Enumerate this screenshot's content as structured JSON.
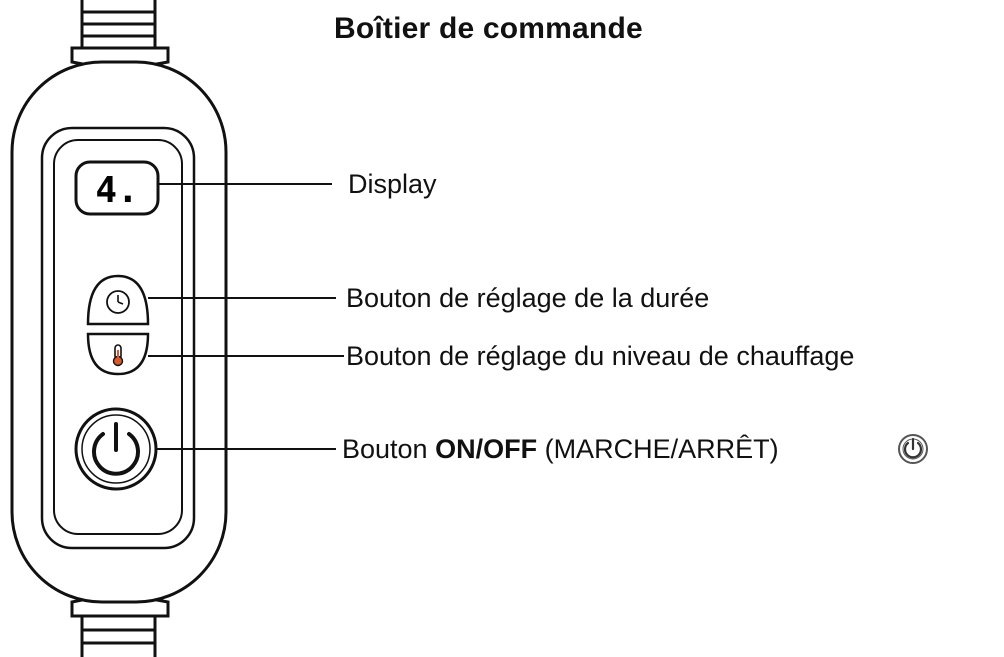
{
  "title": "Boîtier de commande",
  "display": {
    "digit": "4."
  },
  "labels": {
    "display": "Display",
    "duration_button": "Bouton de réglage de la durée",
    "heat_button": "Bouton de réglage du niveau de chauffage",
    "power_prefix": "Bouton ",
    "power_bold": "ON/OFF",
    "power_suffix": " (MARCHE/ARRÊT)"
  },
  "icons": {
    "duration": "clock-icon",
    "heat": "thermometer-icon",
    "power": "power-icon",
    "power_legend": "power-icon"
  },
  "colors": {
    "line": "#111111",
    "background": "#ffffff"
  }
}
